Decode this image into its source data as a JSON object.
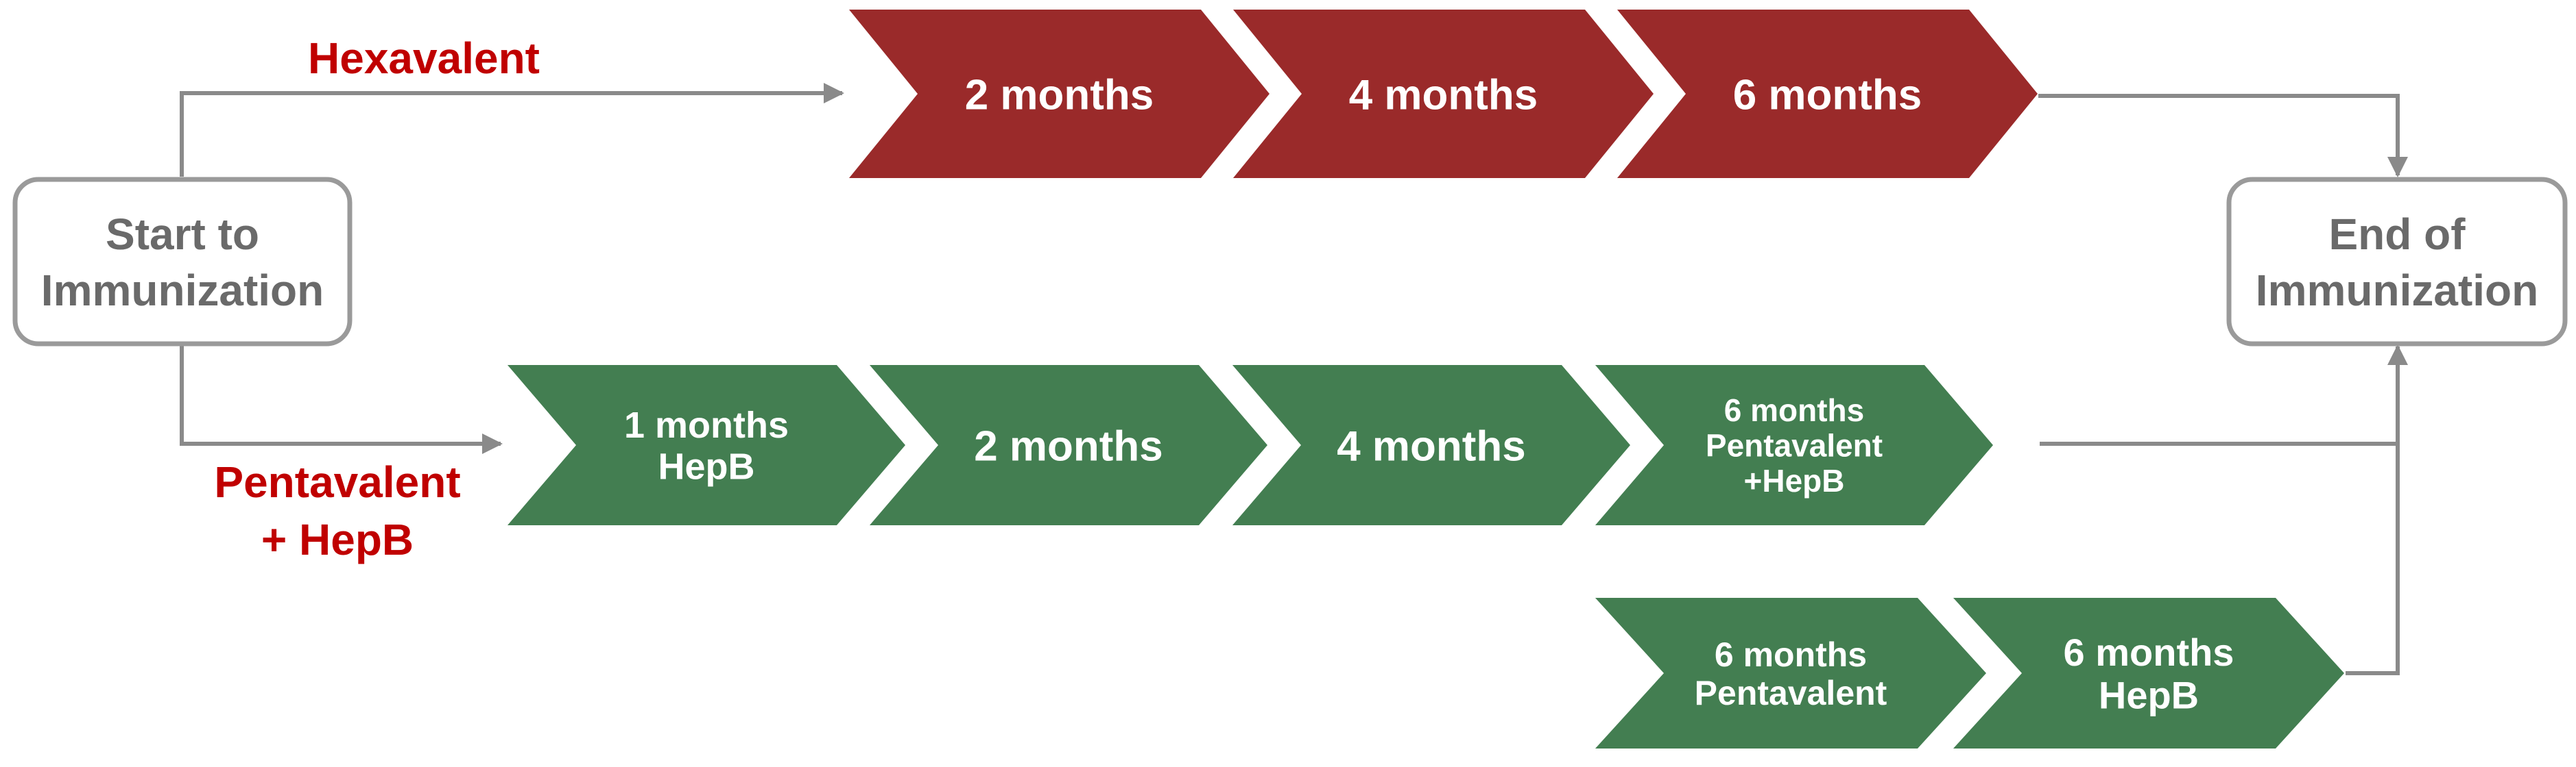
{
  "colors": {
    "hexavalent": "#9a2a2a",
    "pentavalent": "#437e51",
    "label_red": "#c00000",
    "connector": "#8a8a8a",
    "box_text": "#6a6a6a",
    "box_border": "#9a9a9a",
    "chevron_text": "#ffffff"
  },
  "start_box": {
    "lines": [
      "Start to",
      "Immunization"
    ]
  },
  "end_box": {
    "lines": [
      "End of",
      "Immunization"
    ]
  },
  "hexavalent": {
    "label": [
      "Hexavalent"
    ],
    "steps": [
      {
        "lines": [
          "2 months"
        ]
      },
      {
        "lines": [
          "4 months"
        ]
      },
      {
        "lines": [
          "6 months"
        ]
      }
    ]
  },
  "pentavalent": {
    "label": [
      "Pentavalent",
      "+ HepB"
    ],
    "steps": [
      {
        "lines": [
          "1 months",
          "HepB"
        ]
      },
      {
        "lines": [
          "2 months"
        ]
      },
      {
        "lines": [
          "4 months"
        ]
      },
      {
        "lines": [
          "6 months",
          "Pentavalent",
          "+HepB"
        ]
      }
    ],
    "alt_steps": [
      {
        "lines": [
          "6 months",
          "Pentavalent"
        ]
      },
      {
        "lines": [
          "6 months",
          "HepB"
        ]
      }
    ]
  }
}
